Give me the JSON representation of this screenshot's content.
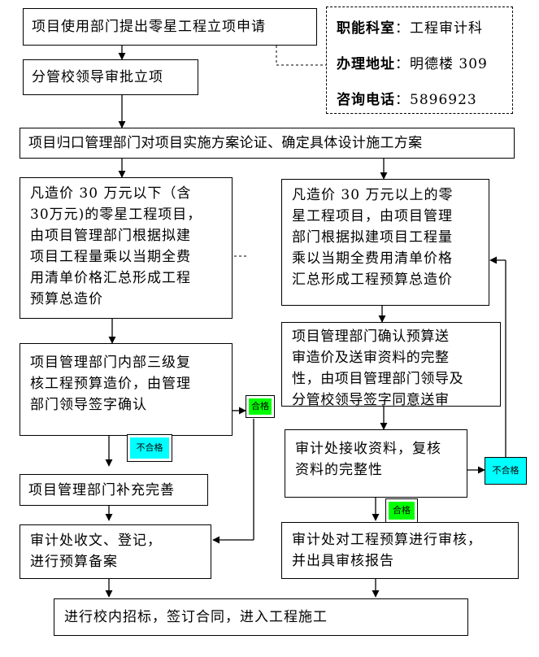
{
  "info": {
    "office_label": "职能科室",
    "office_value": "工程审计科",
    "address_label": "办理地址",
    "address_value": "明德楼 309",
    "phone_label": "咨询电话",
    "phone_value": "5896923",
    "sep": "："
  },
  "steps": {
    "apply": "项目使用部门提出零星工程立项申请",
    "approve": "分管校领导审批立项",
    "plan": "项目归口管理部门对项目实施方案论证、确定具体设计施工方案",
    "below": [
      "凡造价 30 万元以下（含",
      "30万元)的零星工程项目，",
      "由项目管理部门根据拟建",
      "项目工程量乘以当期全费",
      "用清单价格汇总形成工程",
      "预算总造价"
    ],
    "above": [
      "凡造价 30 万元以上的零",
      "星工程项目，由项目管理",
      "部门根据拟建项目工程量",
      "乘以当期全费用清单价格",
      "汇总形成工程预算总造价"
    ],
    "review3": [
      "项目管理部门内部三级复",
      "核工程预算造价，由管理",
      "部门领导签字确认"
    ],
    "confirm": [
      "项目管理部门确认预算送",
      "审造价及送审资料的完整",
      "性，由项目管理部门领导及",
      "分管校领导签字同意送审"
    ],
    "receive": [
      "审计处接收资料，复核",
      "资料的完整性"
    ],
    "supplement": "项目管理部门补充完善",
    "register": [
      "审计处收文、登记，",
      "进行预算备案"
    ],
    "audit": [
      "审计处对工程预算进行审核，",
      "并出具审核报告"
    ],
    "tender": "进行校内招标，签订合同，进入工程施工"
  },
  "tags": {
    "pass": "合格",
    "fail": "不合格"
  },
  "colors": {
    "pass_fill": "#00ff00",
    "fail_fill": "#00ffff"
  }
}
